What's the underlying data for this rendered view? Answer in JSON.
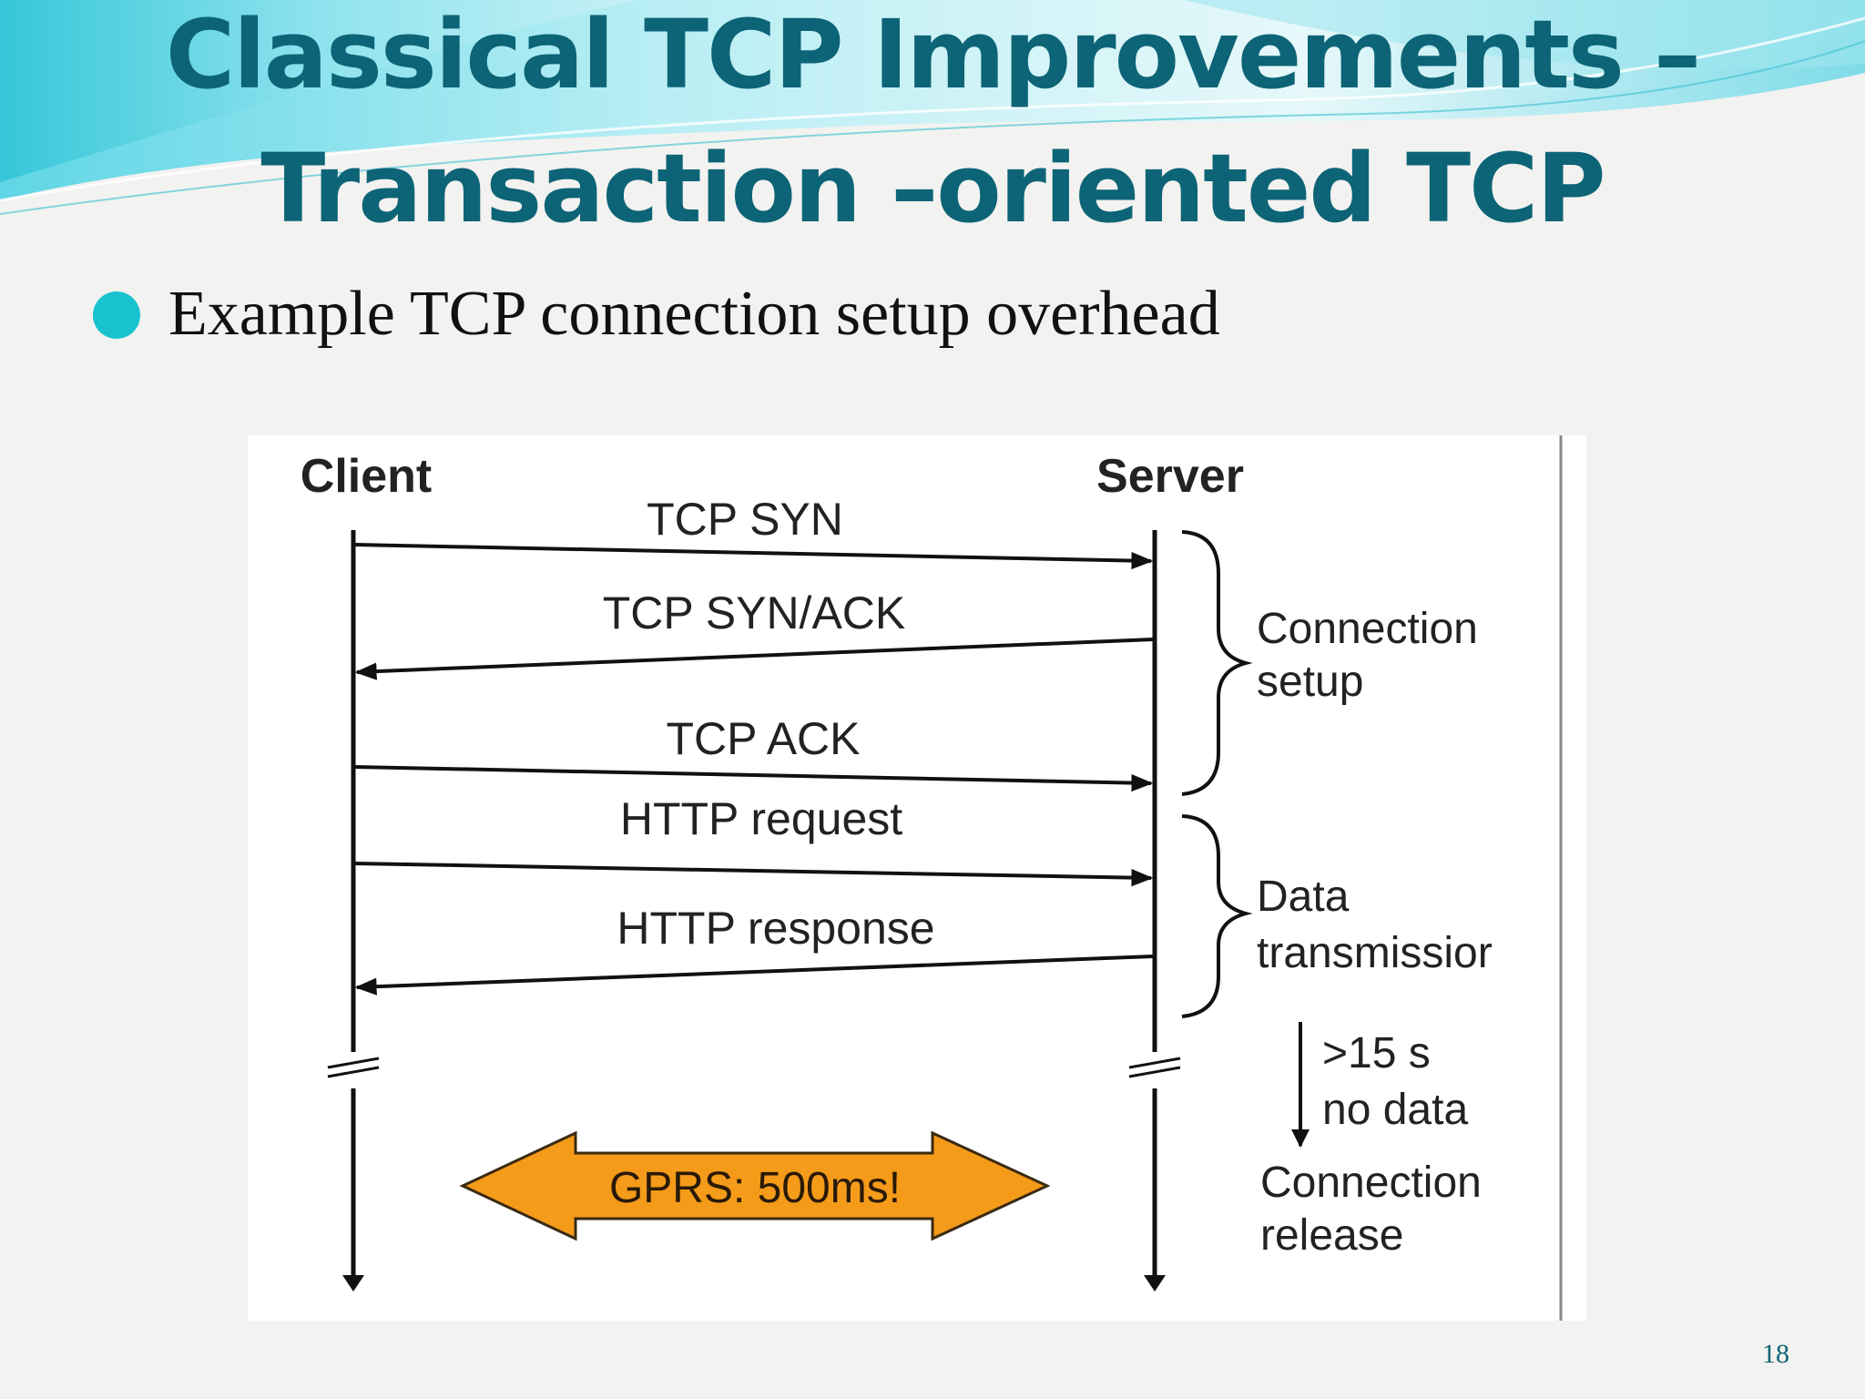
{
  "slide": {
    "title_line_1": "Classical TCP Improvements –",
    "title_line_2": "Transaction –oriented TCP",
    "bullet": "Example TCP connection setup overhead",
    "page_number": "18"
  },
  "diagram": {
    "client_label": "Client",
    "server_label": "Server",
    "messages": [
      {
        "label": "TCP SYN",
        "direction": "client-to-server"
      },
      {
        "label": "TCP SYN/ACK",
        "direction": "server-to-client"
      },
      {
        "label": "TCP ACK",
        "direction": "client-to-server"
      },
      {
        "label": "HTTP request",
        "direction": "client-to-server"
      },
      {
        "label": "HTTP response",
        "direction": "server-to-client"
      }
    ],
    "phases": [
      {
        "line1": "Connection",
        "line2": "setup"
      },
      {
        "line1": "Data",
        "line2": "transmissior"
      }
    ],
    "timeout_line1": ">15 s",
    "timeout_line2": "no data",
    "release_line1": "Connection",
    "release_line2": "release",
    "gprs_label": "GPRS: 500ms!"
  },
  "colors": {
    "title": "#0d6476",
    "bullet": "#19c2cf",
    "gprs_fill": "#f59b1a",
    "gprs_stroke": "#3a2a10"
  }
}
